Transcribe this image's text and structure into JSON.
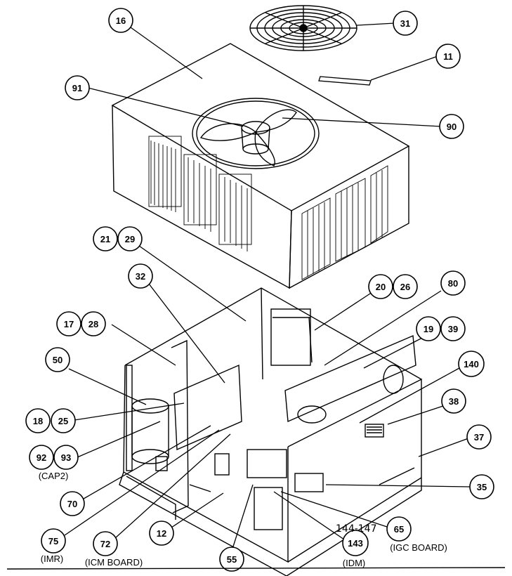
{
  "callouts": [
    {
      "id": "c16",
      "label": "16"
    },
    {
      "id": "c31",
      "label": "31"
    },
    {
      "id": "c11",
      "label": "11"
    },
    {
      "id": "c91",
      "label": "91"
    },
    {
      "id": "c90",
      "label": "90"
    },
    {
      "id": "c21",
      "label": "21"
    },
    {
      "id": "c29",
      "label": "29"
    },
    {
      "id": "c32",
      "label": "32"
    },
    {
      "id": "c20",
      "label": "20"
    },
    {
      "id": "c26",
      "label": "26"
    },
    {
      "id": "c80",
      "label": "80"
    },
    {
      "id": "c17",
      "label": "17"
    },
    {
      "id": "c28",
      "label": "28"
    },
    {
      "id": "c19",
      "label": "19"
    },
    {
      "id": "c39",
      "label": "39"
    },
    {
      "id": "c50",
      "label": "50"
    },
    {
      "id": "c140",
      "label": "140"
    },
    {
      "id": "c38",
      "label": "38"
    },
    {
      "id": "c18",
      "label": "18"
    },
    {
      "id": "c25",
      "label": "25"
    },
    {
      "id": "c92",
      "label": "92"
    },
    {
      "id": "c93",
      "label": "93"
    },
    {
      "id": "c37",
      "label": "37"
    },
    {
      "id": "c35",
      "label": "35"
    },
    {
      "id": "c70",
      "label": "70"
    },
    {
      "id": "c12",
      "label": "12"
    },
    {
      "id": "c65",
      "label": "65"
    },
    {
      "id": "c75",
      "label": "75"
    },
    {
      "id": "c72",
      "label": "72"
    },
    {
      "id": "c143",
      "label": "143"
    },
    {
      "id": "c55",
      "label": "55"
    }
  ],
  "captions": {
    "cap2": "(CAP2)",
    "imr": "(IMR)",
    "icm_board": "(ICM BOARD)",
    "igc_board": "(IGC BOARD)",
    "idm": "(IDM)",
    "handwritten": "144-147"
  }
}
